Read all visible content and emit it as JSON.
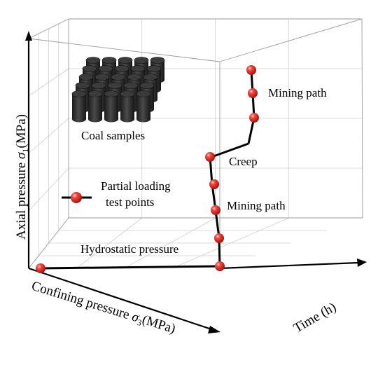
{
  "diagram": {
    "labels": {
      "coal_samples": "Coal samples",
      "mining_path_upper": "Mining path",
      "creep": "Creep",
      "mining_path_lower": "Mining path",
      "hydrostatic": "Hydrostatic pressure",
      "legend_line1": "Partial loading",
      "legend_line2": "test points"
    },
    "axes": {
      "axial": {
        "prefix": "Axial pressure ",
        "symbol": "σ",
        "subscript": "1",
        "suffix": "(MPa)"
      },
      "confining": {
        "prefix": "Confining pressure ",
        "symbol": "σ",
        "subscript": "3",
        "suffix": "(MPa)"
      },
      "time": "Time (h)"
    },
    "colors": {
      "point": "#e8231f",
      "point_highlight": "#ffb3ad",
      "path": "#000000",
      "grid": "#cfcfcf",
      "sample": "#2a2a2a"
    },
    "point_icon": "red-sphere",
    "sample_icon": "coal-cylinder"
  }
}
